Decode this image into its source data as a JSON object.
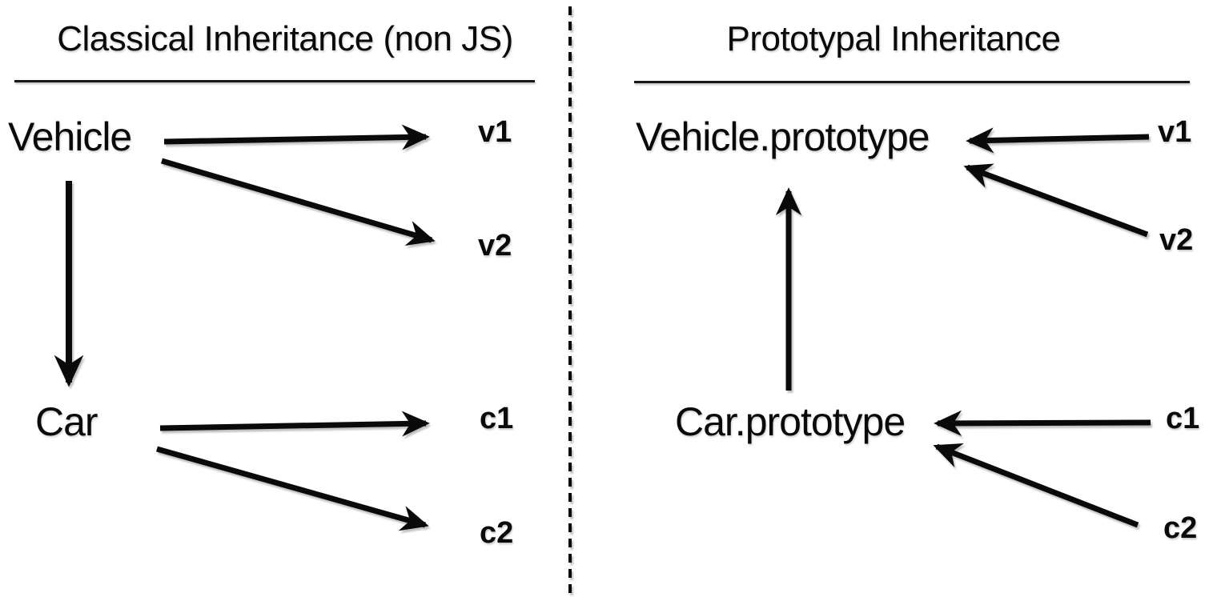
{
  "colors": {
    "ink": "#0a0a0a",
    "background": "#ffffff"
  },
  "classical": {
    "title": "Classical Inheritance (non JS)",
    "parent": "Vehicle",
    "child": "Car",
    "instances": [
      "v1",
      "v2",
      "c1",
      "c2"
    ],
    "edges": [
      {
        "from": "Vehicle",
        "to": "v1"
      },
      {
        "from": "Vehicle",
        "to": "v2"
      },
      {
        "from": "Vehicle",
        "to": "Car"
      },
      {
        "from": "Car",
        "to": "c1"
      },
      {
        "from": "Car",
        "to": "c2"
      }
    ]
  },
  "prototypal": {
    "title": "Prototypal Inheritance",
    "parent": "Vehicle.prototype",
    "child": "Car.prototype",
    "instances": [
      "v1",
      "v2",
      "c1",
      "c2"
    ],
    "edges": [
      {
        "from": "v1",
        "to": "Vehicle.prototype"
      },
      {
        "from": "v2",
        "to": "Vehicle.prototype"
      },
      {
        "from": "Car.prototype",
        "to": "Vehicle.prototype"
      },
      {
        "from": "c1",
        "to": "Car.prototype"
      },
      {
        "from": "c2",
        "to": "Car.prototype"
      }
    ]
  }
}
